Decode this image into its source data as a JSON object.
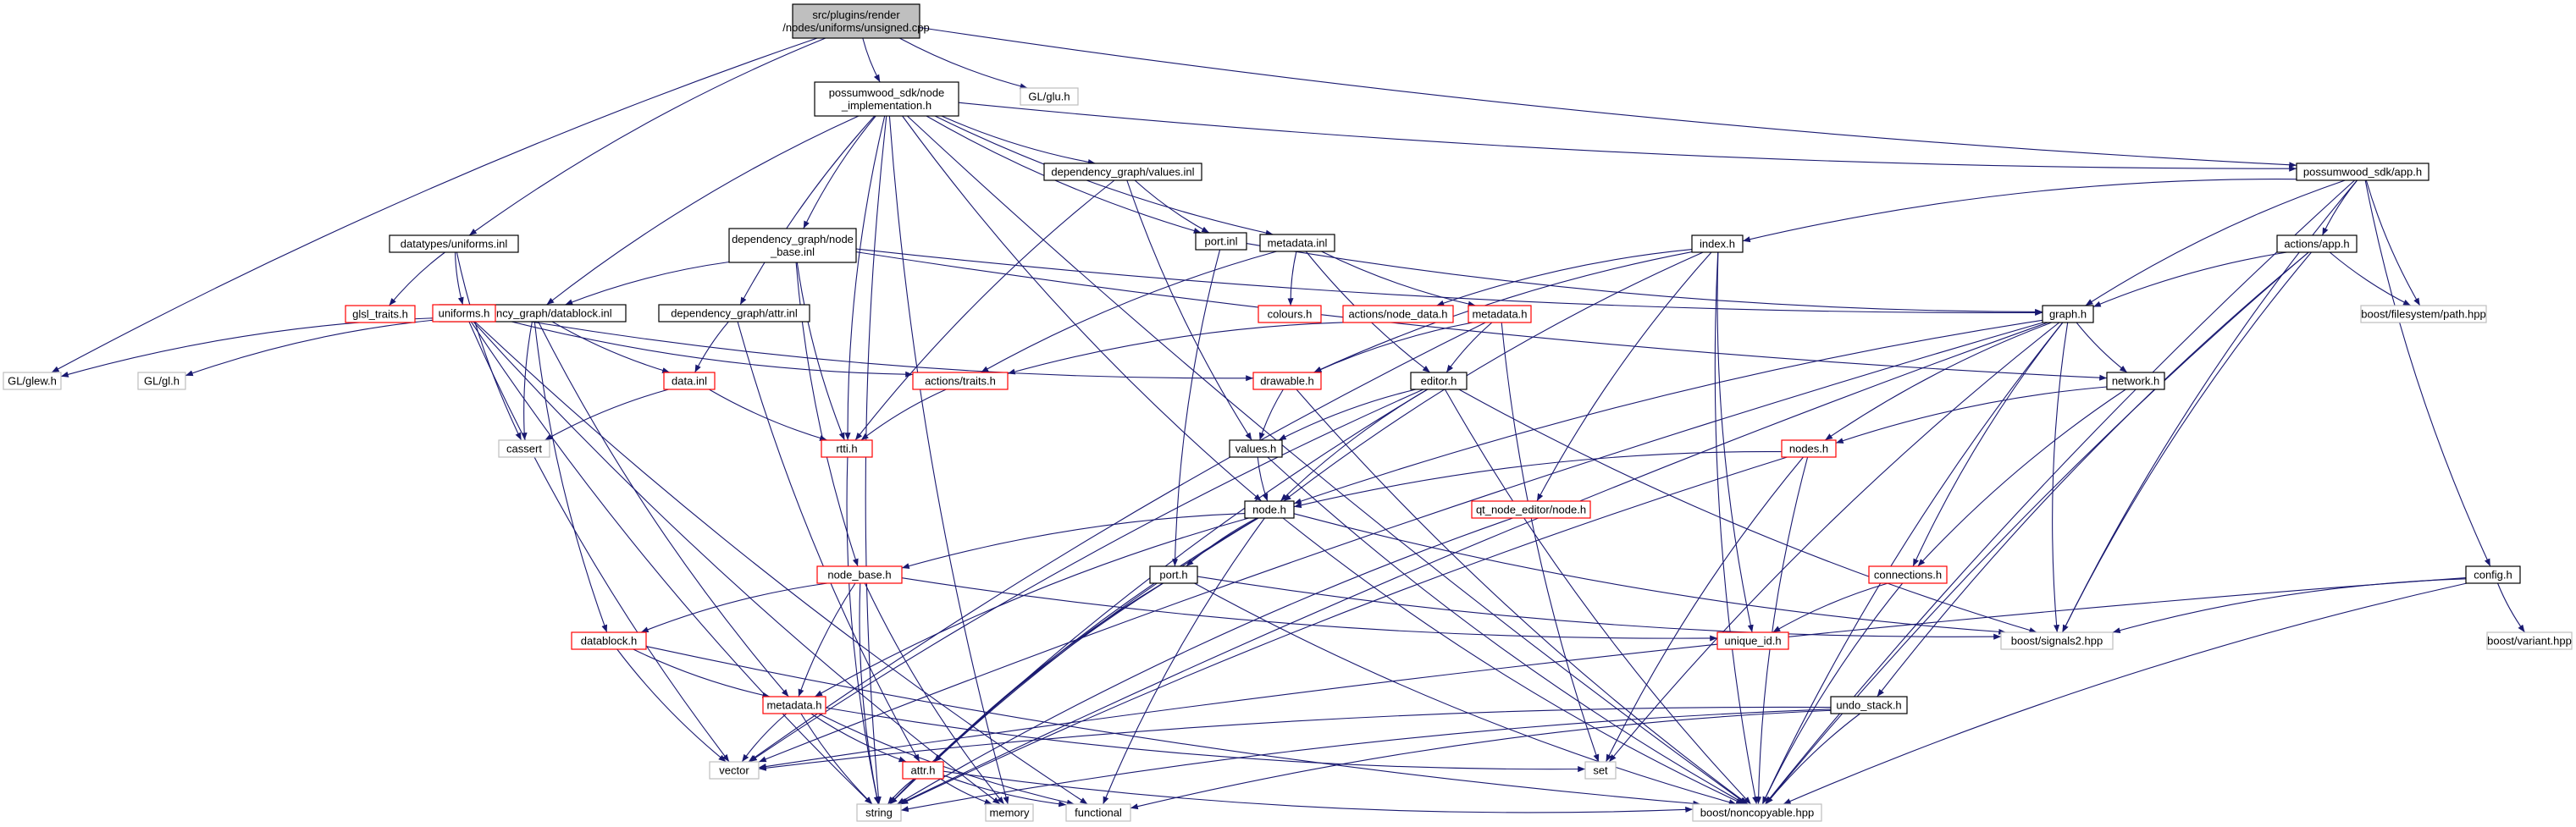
{
  "colors": {
    "edge": "#191970",
    "root_fill": "#bfbfbf",
    "linked_border": "#000000",
    "missing_border": "#bfbfbf",
    "truncated_border": "#ff0000"
  },
  "nodes": [
    {
      "id": "root",
      "lines": [
        "src/plugins/render",
        "/nodes/uniforms/unsigned.cpp"
      ],
      "style": "root"
    },
    {
      "id": "glu",
      "lines": [
        "GL/glu.h"
      ],
      "style": "missing"
    },
    {
      "id": "nodeimpl",
      "lines": [
        "possumwood_sdk/node",
        "_implementation.h"
      ],
      "style": "linked"
    },
    {
      "id": "uniforms_inl",
      "lines": [
        "datatypes/uniforms.inl"
      ],
      "style": "linked"
    },
    {
      "id": "glew",
      "lines": [
        "GL/glew.h"
      ],
      "style": "missing"
    },
    {
      "id": "values_inl",
      "lines": [
        "dependency_graph/values.inl"
      ],
      "style": "linked"
    },
    {
      "id": "port_inl",
      "lines": [
        "port.inl"
      ],
      "style": "linked"
    },
    {
      "id": "metadata_inl",
      "lines": [
        "metadata.inl"
      ],
      "style": "linked"
    },
    {
      "id": "app_h",
      "lines": [
        "possumwood_sdk/app.h"
      ],
      "style": "linked"
    },
    {
      "id": "nodebase_inl",
      "lines": [
        "dependency_graph/node",
        "_base.inl"
      ],
      "style": "linked"
    },
    {
      "id": "datablock_inl",
      "lines": [
        "dependency_graph/datablock.inl"
      ],
      "style": "linked"
    },
    {
      "id": "attr_inl",
      "lines": [
        "dependency_graph/attr.inl"
      ],
      "style": "linked"
    },
    {
      "id": "glsl_traits",
      "lines": [
        "glsl_traits.h"
      ],
      "style": "truncated"
    },
    {
      "id": "uniforms_h",
      "lines": [
        "uniforms.h"
      ],
      "style": "truncated"
    },
    {
      "id": "glgl",
      "lines": [
        "GL/gl.h"
      ],
      "style": "missing"
    },
    {
      "id": "colours",
      "lines": [
        "colours.h"
      ],
      "style": "truncated"
    },
    {
      "id": "index_h",
      "lines": [
        "index.h"
      ],
      "style": "linked"
    },
    {
      "id": "actions_app",
      "lines": [
        "actions/app.h"
      ],
      "style": "linked"
    },
    {
      "id": "fs_path",
      "lines": [
        "boost/filesystem/path.hpp"
      ],
      "style": "missing"
    },
    {
      "id": "node_data",
      "lines": [
        "actions/node_data.h"
      ],
      "style": "truncated"
    },
    {
      "id": "metadata_h1",
      "lines": [
        "metadata.h"
      ],
      "style": "truncated"
    },
    {
      "id": "graph_h",
      "lines": [
        "graph.h"
      ],
      "style": "linked"
    },
    {
      "id": "traits_h",
      "lines": [
        "actions/traits.h"
      ],
      "style": "truncated"
    },
    {
      "id": "data_inl",
      "lines": [
        "data.inl"
      ],
      "style": "truncated"
    },
    {
      "id": "drawable_h",
      "lines": [
        "drawable.h"
      ],
      "style": "truncated"
    },
    {
      "id": "editor_h",
      "lines": [
        "editor.h"
      ],
      "style": "linked"
    },
    {
      "id": "network_h",
      "lines": [
        "network.h"
      ],
      "style": "linked"
    },
    {
      "id": "cassert",
      "lines": [
        "cassert"
      ],
      "style": "missing"
    },
    {
      "id": "rtti_h",
      "lines": [
        "rtti.h"
      ],
      "style": "truncated"
    },
    {
      "id": "values_h",
      "lines": [
        "values.h"
      ],
      "style": "linked"
    },
    {
      "id": "nodes_h",
      "lines": [
        "nodes.h"
      ],
      "style": "truncated"
    },
    {
      "id": "node_h",
      "lines": [
        "node.h"
      ],
      "style": "linked"
    },
    {
      "id": "qt_node",
      "lines": [
        "qt_node_editor/node.h"
      ],
      "style": "truncated"
    },
    {
      "id": "node_base_h",
      "lines": [
        "node_base.h"
      ],
      "style": "truncated"
    },
    {
      "id": "port_h",
      "lines": [
        "port.h"
      ],
      "style": "linked"
    },
    {
      "id": "connections_h",
      "lines": [
        "connections.h"
      ],
      "style": "truncated"
    },
    {
      "id": "config_h",
      "lines": [
        "config.h"
      ],
      "style": "linked"
    },
    {
      "id": "datablock_h",
      "lines": [
        "datablock.h"
      ],
      "style": "truncated"
    },
    {
      "id": "unique_id",
      "lines": [
        "unique_id.h"
      ],
      "style": "truncated"
    },
    {
      "id": "signals2",
      "lines": [
        "boost/signals2.hpp"
      ],
      "style": "missing"
    },
    {
      "id": "variant",
      "lines": [
        "boost/variant.hpp"
      ],
      "style": "missing"
    },
    {
      "id": "metadata_h2",
      "lines": [
        "metadata.h"
      ],
      "style": "truncated"
    },
    {
      "id": "undo_stack",
      "lines": [
        "undo_stack.h"
      ],
      "style": "linked"
    },
    {
      "id": "vector",
      "lines": [
        "vector"
      ],
      "style": "missing"
    },
    {
      "id": "attr_h",
      "lines": [
        "attr.h"
      ],
      "style": "truncated"
    },
    {
      "id": "set",
      "lines": [
        "set"
      ],
      "style": "missing"
    },
    {
      "id": "string",
      "lines": [
        "string"
      ],
      "style": "missing"
    },
    {
      "id": "memory",
      "lines": [
        "memory"
      ],
      "style": "missing"
    },
    {
      "id": "functional",
      "lines": [
        "functional"
      ],
      "style": "missing"
    },
    {
      "id": "noncopyable",
      "lines": [
        "boost/noncopyable.hpp"
      ],
      "style": "missing"
    }
  ],
  "edges": [
    [
      "root",
      "glu"
    ],
    [
      "root",
      "nodeimpl"
    ],
    [
      "root",
      "uniforms_inl"
    ],
    [
      "root",
      "glew"
    ],
    [
      "root",
      "app_h"
    ],
    [
      "nodeimpl",
      "values_inl"
    ],
    [
      "nodeimpl",
      "port_inl"
    ],
    [
      "nodeimpl",
      "metadata_inl"
    ],
    [
      "nodeimpl",
      "app_h"
    ],
    [
      "nodeimpl",
      "nodebase_inl"
    ],
    [
      "nodeimpl",
      "datablock_inl"
    ],
    [
      "nodeimpl",
      "attr_inl"
    ],
    [
      "nodeimpl",
      "node_h"
    ],
    [
      "nodeimpl",
      "rtti_h"
    ],
    [
      "nodeimpl",
      "string"
    ],
    [
      "nodeimpl",
      "noncopyable"
    ],
    [
      "nodeimpl",
      "memory"
    ],
    [
      "uniforms_inl",
      "glsl_traits"
    ],
    [
      "uniforms_inl",
      "uniforms_h"
    ],
    [
      "uniforms_inl",
      "cassert"
    ],
    [
      "uniforms_h",
      "glew"
    ],
    [
      "uniforms_h",
      "glgl"
    ],
    [
      "uniforms_h",
      "traits_h"
    ],
    [
      "uniforms_h",
      "drawable_h"
    ],
    [
      "uniforms_h",
      "vector"
    ],
    [
      "uniforms_h",
      "string"
    ],
    [
      "uniforms_h",
      "memory"
    ],
    [
      "uniforms_h",
      "functional"
    ],
    [
      "values_inl",
      "port_inl"
    ],
    [
      "values_inl",
      "values_h"
    ],
    [
      "values_inl",
      "rtti_h"
    ],
    [
      "port_inl",
      "graph_h"
    ],
    [
      "port_inl",
      "port_h"
    ],
    [
      "metadata_inl",
      "colours"
    ],
    [
      "metadata_inl",
      "metadata_h1"
    ],
    [
      "metadata_inl",
      "traits_h"
    ],
    [
      "metadata_inl",
      "editor_h"
    ],
    [
      "app_h",
      "index_h"
    ],
    [
      "app_h",
      "actions_app"
    ],
    [
      "app_h",
      "fs_path"
    ],
    [
      "app_h",
      "graph_h"
    ],
    [
      "app_h",
      "config_h"
    ],
    [
      "app_h",
      "signals2"
    ],
    [
      "app_h",
      "noncopyable"
    ],
    [
      "nodebase_inl",
      "datablock_inl"
    ],
    [
      "nodebase_inl",
      "graph_h"
    ],
    [
      "nodebase_inl",
      "network_h"
    ],
    [
      "nodebase_inl",
      "rtti_h"
    ],
    [
      "nodebase_inl",
      "node_base_h"
    ],
    [
      "datablock_inl",
      "data_inl"
    ],
    [
      "datablock_inl",
      "cassert"
    ],
    [
      "datablock_inl",
      "datablock_h"
    ],
    [
      "datablock_inl",
      "metadata_h2"
    ],
    [
      "attr_inl",
      "data_inl"
    ],
    [
      "attr_inl",
      "attr_h"
    ],
    [
      "index_h",
      "node_data"
    ],
    [
      "index_h",
      "drawable_h"
    ],
    [
      "index_h",
      "node_h"
    ],
    [
      "index_h",
      "qt_node"
    ],
    [
      "index_h",
      "unique_id"
    ],
    [
      "index_h",
      "noncopyable"
    ],
    [
      "actions_app",
      "graph_h"
    ],
    [
      "actions_app",
      "fs_path"
    ],
    [
      "actions_app",
      "signals2"
    ],
    [
      "actions_app",
      "undo_stack"
    ],
    [
      "actions_app",
      "noncopyable"
    ],
    [
      "node_data",
      "traits_h"
    ],
    [
      "metadata_h1",
      "drawable_h"
    ],
    [
      "metadata_h1",
      "editor_h"
    ],
    [
      "metadata_h1",
      "set"
    ],
    [
      "metadata_h1",
      "vector"
    ],
    [
      "graph_h",
      "network_h"
    ],
    [
      "graph_h",
      "nodes_h"
    ],
    [
      "graph_h",
      "node_h"
    ],
    [
      "graph_h",
      "connections_h"
    ],
    [
      "graph_h",
      "signals2"
    ],
    [
      "graph_h",
      "vector"
    ],
    [
      "graph_h",
      "set"
    ],
    [
      "graph_h",
      "string"
    ],
    [
      "graph_h",
      "noncopyable"
    ],
    [
      "traits_h",
      "rtti_h"
    ],
    [
      "data_inl",
      "rtti_h"
    ],
    [
      "data_inl",
      "cassert"
    ],
    [
      "drawable_h",
      "values_h"
    ],
    [
      "drawable_h",
      "noncopyable"
    ],
    [
      "editor_h",
      "values_h"
    ],
    [
      "editor_h",
      "node_h"
    ],
    [
      "editor_h",
      "signals2"
    ],
    [
      "editor_h",
      "vector"
    ],
    [
      "editor_h",
      "attr_h"
    ],
    [
      "editor_h",
      "noncopyable"
    ],
    [
      "network_h",
      "nodes_h"
    ],
    [
      "network_h",
      "connections_h"
    ],
    [
      "rtti_h",
      "string"
    ],
    [
      "values_h",
      "node_h"
    ],
    [
      "values_h",
      "noncopyable"
    ],
    [
      "nodes_h",
      "node_h"
    ],
    [
      "nodes_h",
      "set"
    ],
    [
      "nodes_h",
      "string"
    ],
    [
      "nodes_h",
      "noncopyable"
    ],
    [
      "node_h",
      "node_base_h"
    ],
    [
      "node_h",
      "port_h"
    ],
    [
      "node_h",
      "metadata_h2"
    ],
    [
      "node_h",
      "attr_h"
    ],
    [
      "node_h",
      "string"
    ],
    [
      "node_h",
      "functional"
    ],
    [
      "node_h",
      "signals2"
    ],
    [
      "node_h",
      "noncopyable"
    ],
    [
      "qt_node",
      "string"
    ],
    [
      "node_base_h",
      "datablock_h"
    ],
    [
      "node_base_h",
      "metadata_h2"
    ],
    [
      "node_base_h",
      "unique_id"
    ],
    [
      "node_base_h",
      "string"
    ],
    [
      "node_base_h",
      "memory"
    ],
    [
      "port_h",
      "attr_h"
    ],
    [
      "port_h",
      "signals2"
    ],
    [
      "port_h",
      "string"
    ],
    [
      "port_h",
      "noncopyable"
    ],
    [
      "connections_h",
      "unique_id"
    ],
    [
      "connections_h",
      "noncopyable"
    ],
    [
      "config_h",
      "signals2"
    ],
    [
      "config_h",
      "variant"
    ],
    [
      "config_h",
      "noncopyable"
    ],
    [
      "config_h",
      "vector"
    ],
    [
      "datablock_h",
      "metadata_h2"
    ],
    [
      "datablock_h",
      "vector"
    ],
    [
      "datablock_h",
      "noncopyable"
    ],
    [
      "metadata_h2",
      "attr_h"
    ],
    [
      "metadata_h2",
      "vector"
    ],
    [
      "metadata_h2",
      "string"
    ],
    [
      "metadata_h2",
      "set"
    ],
    [
      "metadata_h2",
      "functional"
    ],
    [
      "undo_stack",
      "vector"
    ],
    [
      "undo_stack",
      "string"
    ],
    [
      "undo_stack",
      "noncopyable"
    ],
    [
      "undo_stack",
      "functional"
    ],
    [
      "attr_h",
      "string"
    ],
    [
      "attr_h",
      "memory"
    ],
    [
      "attr_h",
      "functional"
    ],
    [
      "attr_h",
      "noncopyable"
    ]
  ]
}
